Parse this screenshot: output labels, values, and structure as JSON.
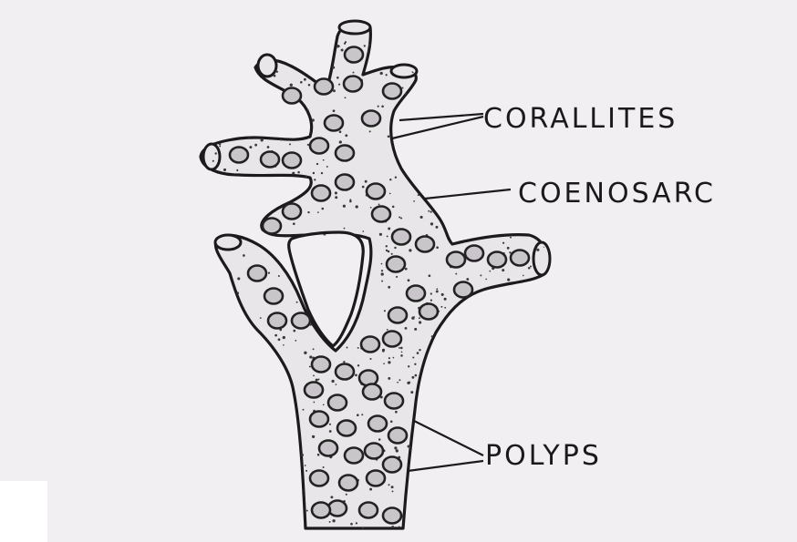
{
  "diagram": {
    "labels": {
      "corallites": "CORALLITES",
      "coenosarc": "COENOSARC",
      "polyps": "POLYPS"
    }
  },
  "colors": {
    "background": "#f1eff2",
    "ink": "#1b1b1b",
    "body_fill": "#e9e6ea"
  }
}
